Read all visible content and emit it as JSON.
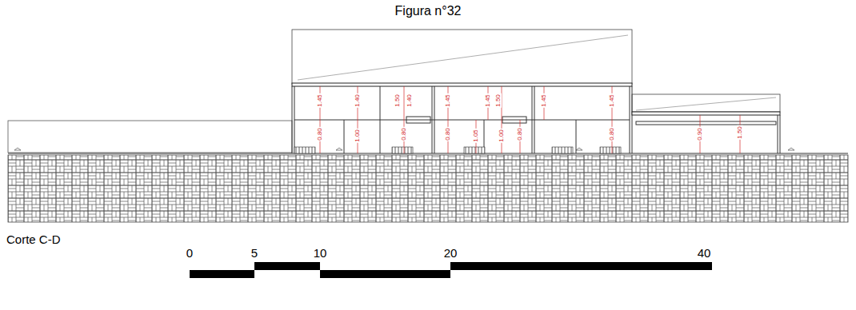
{
  "diagram": {
    "title": "Figura n°32",
    "caption": "Corte C-D",
    "labels": [
      "0",
      "5",
      "10",
      "20",
      "40",
      "1.45",
      "1.40",
      "1.50",
      "1.40",
      "1.45",
      "1.45",
      "1.50",
      "1.45",
      "1.45",
      "0.80",
      "1.00",
      "0.80",
      "0.80",
      "1.05",
      "1.00",
      "0.80",
      "0.80",
      "0.90",
      "1.50"
    ]
  }
}
